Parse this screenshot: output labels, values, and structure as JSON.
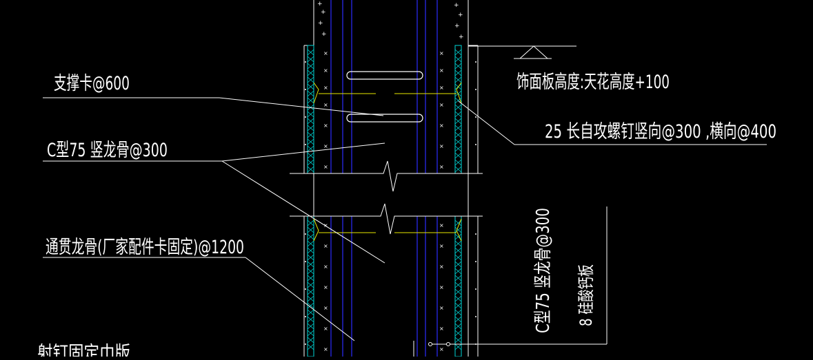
{
  "annotations": {
    "support_clip": "支撑卡@600",
    "c_stud": "C型75 竖龙骨@300",
    "through_channel": "通贯龙骨(厂家配件卡固定)@1200",
    "shoot_nail": "射钉固定巾版",
    "panel_height": "饰面板高度:天花高度+100",
    "screw": "25 长自攻螺钉竖向@300 ,横向@400",
    "vertical_stud": "C型75 竖龙骨@300",
    "vertical_board": "8 硅酸钙板"
  },
  "colors": {
    "background": "#000000",
    "line": "#ffffff",
    "stud": "#2b2bff",
    "board": "#00d8d8",
    "clip": "#e8e800"
  }
}
